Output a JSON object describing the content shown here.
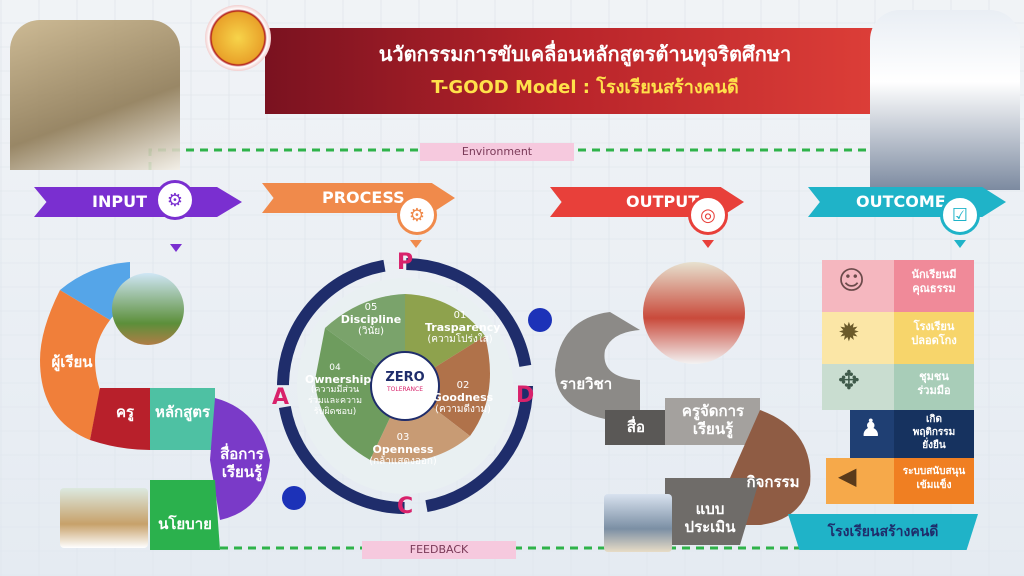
{
  "title": {
    "line1": "นวัตกรรมการขับเคลื่อนหลักสูตรต้านทุจริตศึกษา",
    "line2": "T-GOOD Model : โรงเรียนสร้างคนดี"
  },
  "labels": {
    "environment": "Environment",
    "feedback": "FEEDBACK"
  },
  "input": {
    "header": "INPUT",
    "items": [
      "ผู้เรียน",
      "ครู",
      "หลักสูตร",
      "สื่อการ\nเรียนรู้",
      "นโยบาย"
    ]
  },
  "process": {
    "header": "PROCESS",
    "letters": [
      "P",
      "D",
      "C",
      "A"
    ],
    "center_logo": "ZERO",
    "center_sub": "TOLERANCE",
    "pieces": [
      {
        "num": "01",
        "name": "Trasparency",
        "thai": "(ความโปร่งใส)"
      },
      {
        "num": "02",
        "name": "Goodness",
        "thai": "(ความดีงาม)"
      },
      {
        "num": "03",
        "name": "Openness",
        "thai": "(กล้าแสดงออก)"
      },
      {
        "num": "04",
        "name": "Ownership",
        "thai": "(ความมีส่วน\nร่วมและความ\nรับผิดชอบ)"
      },
      {
        "num": "05",
        "name": "Discipline",
        "thai": "(วินัย)"
      }
    ]
  },
  "output": {
    "header": "OUTPUT",
    "items": [
      "รายวิชา",
      "สื่อ",
      "ครูจัดการ\nเรียนรู้",
      "กิจกรรม",
      "แบบ\nประเมิน"
    ]
  },
  "outcome": {
    "header": "OUTCOME",
    "items": [
      "นักเรียนมี\nคุณธรรม",
      "โรงเรียน\nปลอดโกง",
      "ชุมชน\nร่วมมือ",
      "เกิด\nพฤติกรรม\nยั่งยืน",
      "ระบบสนับสนุน\nเข้มแข็ง"
    ],
    "footer": "โรงเรียนสร้างคนดี"
  },
  "colors": {
    "input": "#7a2fd0",
    "process": "#f08a4b",
    "output": "#e8403a",
    "outcome": "#1fb3c8",
    "env_line": "#2fb34a"
  },
  "icons": [
    "hand-coin-icon",
    "gears-icon",
    "target-board-icon",
    "checklist-icon"
  ]
}
